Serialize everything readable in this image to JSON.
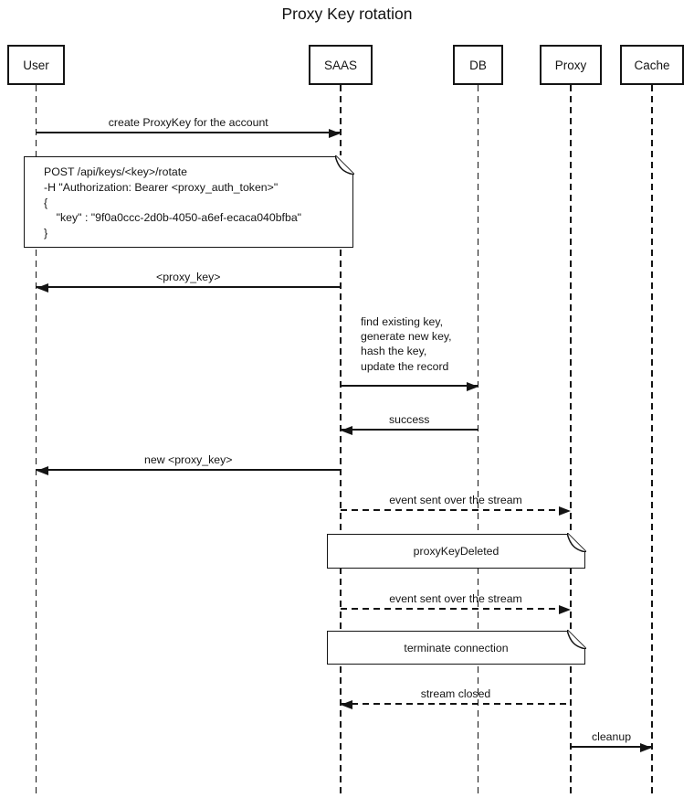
{
  "diagram": {
    "title": "Proxy Key rotation",
    "actors": [
      {
        "id": "user",
        "label": "User"
      },
      {
        "id": "saas",
        "label": "SAAS"
      },
      {
        "id": "db",
        "label": "DB"
      },
      {
        "id": "proxy",
        "label": "Proxy"
      },
      {
        "id": "cache",
        "label": "Cache"
      }
    ],
    "messages": [
      {
        "label": "create ProxyKey for the account",
        "from": "User",
        "to": "SAAS",
        "line": "solid"
      },
      {
        "label": "<proxy_key>",
        "from": "SAAS",
        "to": "User",
        "line": "solid"
      },
      {
        "label_lines": [
          "find existing key,",
          "generate new key,",
          "hash the key,",
          "update the record"
        ],
        "from": "SAAS",
        "to": "DB",
        "line": "solid"
      },
      {
        "label": "success",
        "from": "DB",
        "to": "SAAS",
        "line": "solid"
      },
      {
        "label": "new <proxy_key>",
        "from": "SAAS",
        "to": "User",
        "line": "solid"
      },
      {
        "label": "event sent over the stream",
        "from": "SAAS",
        "to": "Proxy",
        "line": "dashed"
      },
      {
        "label": "event sent over the stream",
        "from": "SAAS",
        "to": "Proxy",
        "line": "dashed"
      },
      {
        "label": "stream closed",
        "from": "Proxy",
        "to": "SAAS",
        "line": "dashed"
      },
      {
        "label": "cleanup",
        "from": "Proxy",
        "to": "Cache",
        "line": "solid"
      }
    ],
    "notes": [
      {
        "over": [
          "User",
          "SAAS"
        ],
        "lines": [
          "POST /api/keys/<key>/rotate",
          "-H \"Authorization: Bearer <proxy_auth_token>\"",
          "{",
          "    \"key\" : \"9f0a0ccc-2d0b-4050-a6ef-ecaca040bfba\"",
          "}"
        ]
      },
      {
        "over": [
          "SAAS",
          "Proxy"
        ],
        "lines": [
          "proxyKeyDeleted"
        ]
      },
      {
        "over": [
          "SAAS",
          "Proxy"
        ],
        "lines": [
          "terminate connection"
        ]
      }
    ]
  }
}
